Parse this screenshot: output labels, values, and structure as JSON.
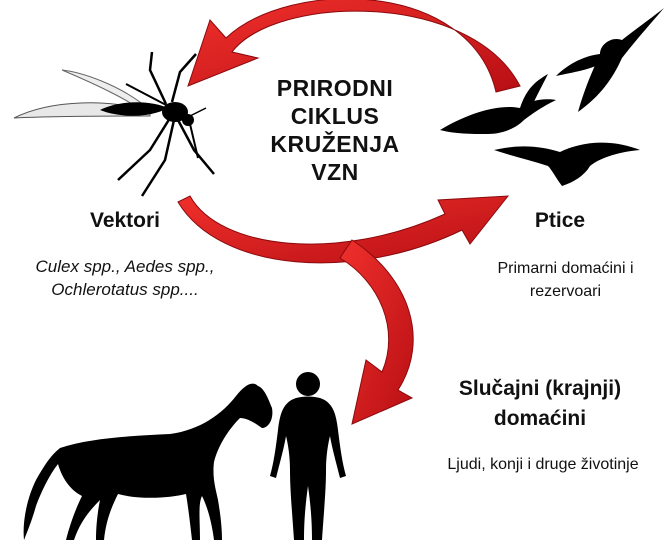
{
  "center": {
    "title_lines": [
      "PRIRODNI",
      "CIKLUS",
      "KRUŽENJA",
      "VZN"
    ]
  },
  "vectors": {
    "title": "Vektori",
    "desc_lines": [
      "Culex spp., Aedes spp.,",
      "Ochlerotatus spp...."
    ]
  },
  "birds": {
    "title": "Ptice",
    "desc_lines": [
      "Primarni domaćini i",
      "rezervoari"
    ]
  },
  "incidental_hosts": {
    "title_lines": [
      "Slučajni (krajnji)",
      "domaćini"
    ],
    "desc": "Ljudi, konji i druge životinje"
  },
  "colors": {
    "arrow_red": "#e0141b",
    "arrow_dark": "#9a0c10",
    "silhouette": "#000000"
  },
  "icons": [
    "mosquito-icon",
    "bird-icon",
    "horse-icon",
    "human-icon"
  ]
}
